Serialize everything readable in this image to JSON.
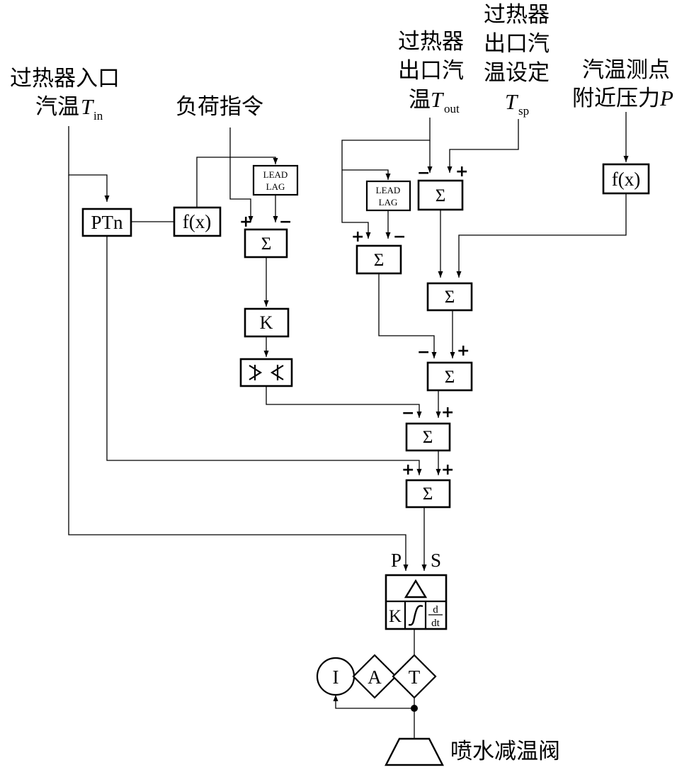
{
  "inputs": {
    "tin_line1": "过热器入口",
    "tin_line2": "汽温",
    "tin_var": "T",
    "tin_sub": "in",
    "load": "负荷指令",
    "tout_line1": "过热器",
    "tout_line2": "出口汽",
    "tout_line3": "温",
    "tout_var": "T",
    "tout_sub": "out",
    "tsp_line1": "过热器",
    "tsp_line2": "出口汽",
    "tsp_line3": "温设定",
    "tsp_var": "T",
    "tsp_sub": "sp",
    "pres_line1": "汽温测点",
    "pres_line2": "附近压力",
    "pres_var": "P"
  },
  "blocks": {
    "ptn": "PTn",
    "fx": "f(x)",
    "sigma": "Σ",
    "lead": "LEAD",
    "lag": "LAG",
    "k": "K",
    "p": "P",
    "s": "S",
    "pid_k": "K",
    "pid_d": "d",
    "pid_dt": "dt",
    "i": "I",
    "a": "A",
    "t": "T"
  },
  "signs": {
    "plus": "+",
    "minus": "−"
  },
  "output": "喷水减温阀"
}
